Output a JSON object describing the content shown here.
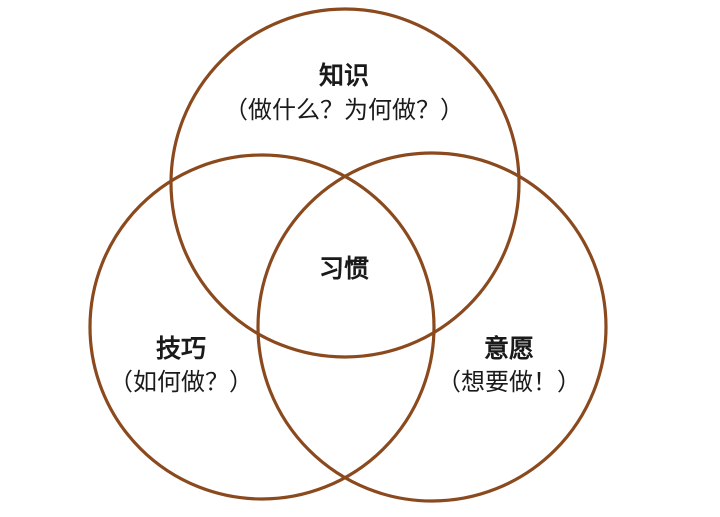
{
  "colors": {
    "circle_stroke": "#8b4a1e",
    "text": "#1a1a1a",
    "background": "#ffffff"
  },
  "diagram": {
    "type": "three-circle-venn",
    "circles": [
      {
        "name": "knowledge",
        "title": "知识",
        "subtitle": "（做什么？为何做？）"
      },
      {
        "name": "skill",
        "title": "技巧",
        "subtitle": "（如何做？）"
      },
      {
        "name": "desire",
        "title": "意愿",
        "subtitle": "（想要做！）"
      }
    ],
    "intersection": {
      "name": "habit",
      "title": "习惯"
    }
  }
}
